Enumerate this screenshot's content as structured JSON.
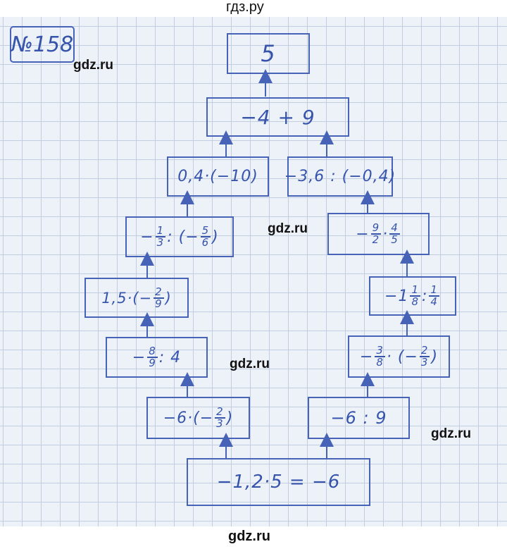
{
  "header": {
    "site_title": "гдз.ру"
  },
  "problem": {
    "number": "№158"
  },
  "watermarks": [
    "gdz.ru",
    "gdz.ru",
    "gdz.ru",
    "gdz.ru",
    "gdz.ru"
  ],
  "tree": {
    "root": "5",
    "sum": "−4 + 9",
    "left_top": "0,4·(−10)",
    "right_top": "−3,6 : (−0,4)",
    "left_mid": {
      "pre": "−",
      "num": "1",
      "den": "3",
      "mid": " : (−",
      "num2": "5",
      "den2": "6",
      "post": ")"
    },
    "right_mid": {
      "pre": "−",
      "num": "9",
      "den": "2",
      "mid": " · ",
      "num2": "4",
      "den2": "5",
      "post": ""
    },
    "left_3": {
      "pre": "1,5·(−",
      "num": "2",
      "den": "9",
      "post": ")"
    },
    "right_3": {
      "pre": "−1",
      "num": "1",
      "den": "8",
      "mid": " : ",
      "num2": "1",
      "den2": "4"
    },
    "left_4": {
      "pre": "−",
      "num": "8",
      "den": "9",
      "post": " : 4"
    },
    "right_4": {
      "pre": "−",
      "num": "3",
      "den": "8",
      "mid": " · (−",
      "num2": "2",
      "den2": "3",
      "post": ")"
    },
    "left_5": {
      "pre": "−6·(−",
      "num": "2",
      "den": "3",
      "post": ")"
    },
    "right_5": "−6 : 9",
    "bottom": "−1,2·5 = −6"
  }
}
